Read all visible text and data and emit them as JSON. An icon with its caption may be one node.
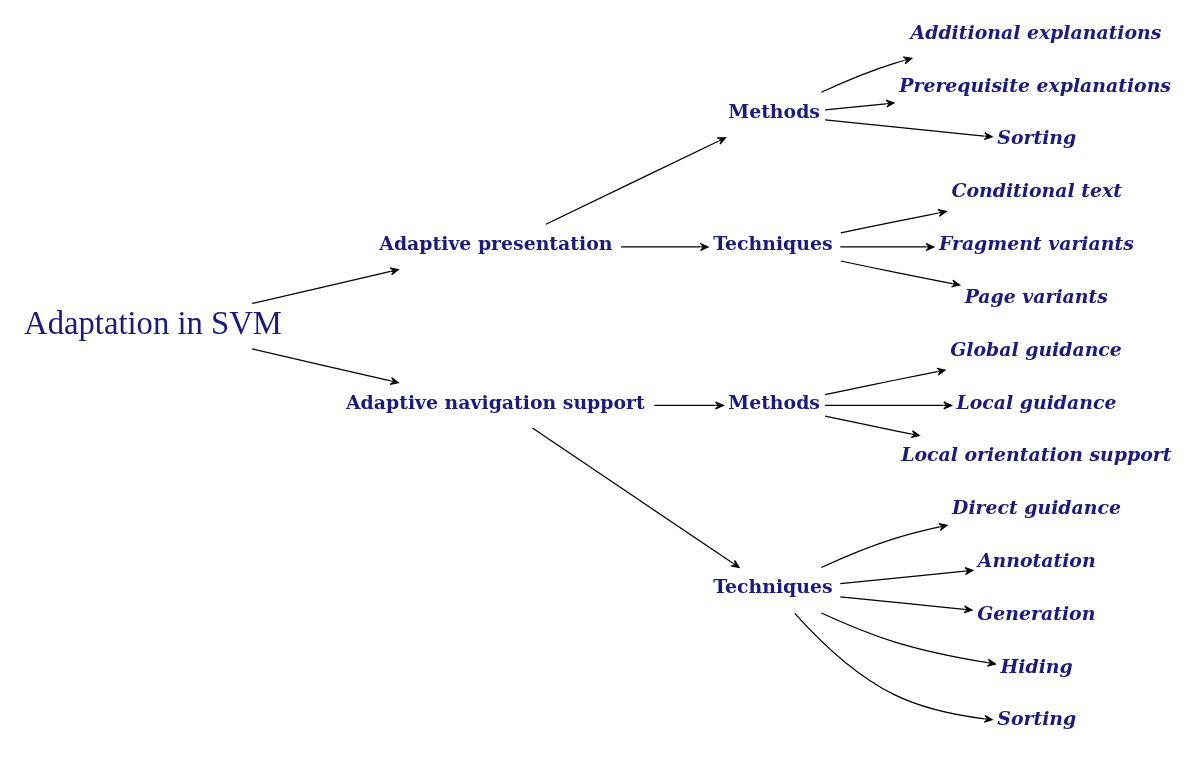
{
  "diagram": {
    "nodes": [
      {
        "text": [
          "Adaptation in SVM"
        ]
      },
      {
        "text": [
          "Adaptive presentation"
        ]
      },
      {
        "text": [
          "Methods"
        ]
      },
      {
        "text": [
          "Techniques"
        ]
      },
      {
        "text": [
          "Additional explanations"
        ]
      },
      {
        "text": [
          "Prerequisite explanations"
        ]
      },
      {
        "text": [
          "Sorting"
        ]
      },
      {
        "text": [
          "Conditional text"
        ]
      },
      {
        "text": [
          "Fragment variants"
        ]
      },
      {
        "text": [
          "Page variants"
        ]
      },
      {
        "text": [
          "Adaptive navigation support"
        ]
      },
      {
        "text": [
          "Methods"
        ]
      },
      {
        "text": [
          "Techniques"
        ]
      },
      {
        "text": [
          "Global guidance"
        ]
      },
      {
        "text": [
          "Local guidance"
        ]
      },
      {
        "text": [
          "Local orientation support"
        ]
      },
      {
        "text": [
          "Direct guidance"
        ]
      },
      {
        "text": [
          "Annotation"
        ]
      },
      {
        "text": [
          "Generation"
        ]
      },
      {
        "text": [
          "Hiding"
        ]
      },
      {
        "text": [
          "Sorting"
        ]
      }
    ],
    "edges": [
      {
        "from": 0,
        "to": 1,
        "arrow": "to"
      },
      {
        "from": 1,
        "to": 2,
        "arrow": "to"
      },
      {
        "from": 2,
        "to": 4,
        "arrow": "to"
      },
      {
        "from": 2,
        "to": 5,
        "arrow": "to"
      },
      {
        "from": 2,
        "to": 6,
        "arrow": "to"
      },
      {
        "from": 1,
        "to": 3,
        "arrow": "to"
      },
      {
        "from": 3,
        "to": 7,
        "arrow": "to"
      },
      {
        "from": 3,
        "to": 8,
        "arrow": "to"
      },
      {
        "from": 3,
        "to": 9,
        "arrow": "to"
      },
      {
        "from": 0,
        "to": 10,
        "arrow": "to"
      },
      {
        "from": 10,
        "to": 11,
        "arrow": "to"
      },
      {
        "from": 11,
        "to": 13,
        "arrow": "to"
      },
      {
        "from": 11,
        "to": 14,
        "arrow": "to"
      },
      {
        "from": 11,
        "to": 15,
        "arrow": "to"
      },
      {
        "from": 10,
        "to": 12,
        "arrow": "to"
      },
      {
        "from": 12,
        "to": 16,
        "arrow": "to"
      },
      {
        "from": 12,
        "to": 17,
        "arrow": "to"
      },
      {
        "from": 12,
        "to": 18,
        "arrow": "to"
      },
      {
        "from": 12,
        "to": 19,
        "arrow": "to"
      },
      {
        "from": 12,
        "to": 20,
        "arrow": "to"
      }
    ]
  }
}
